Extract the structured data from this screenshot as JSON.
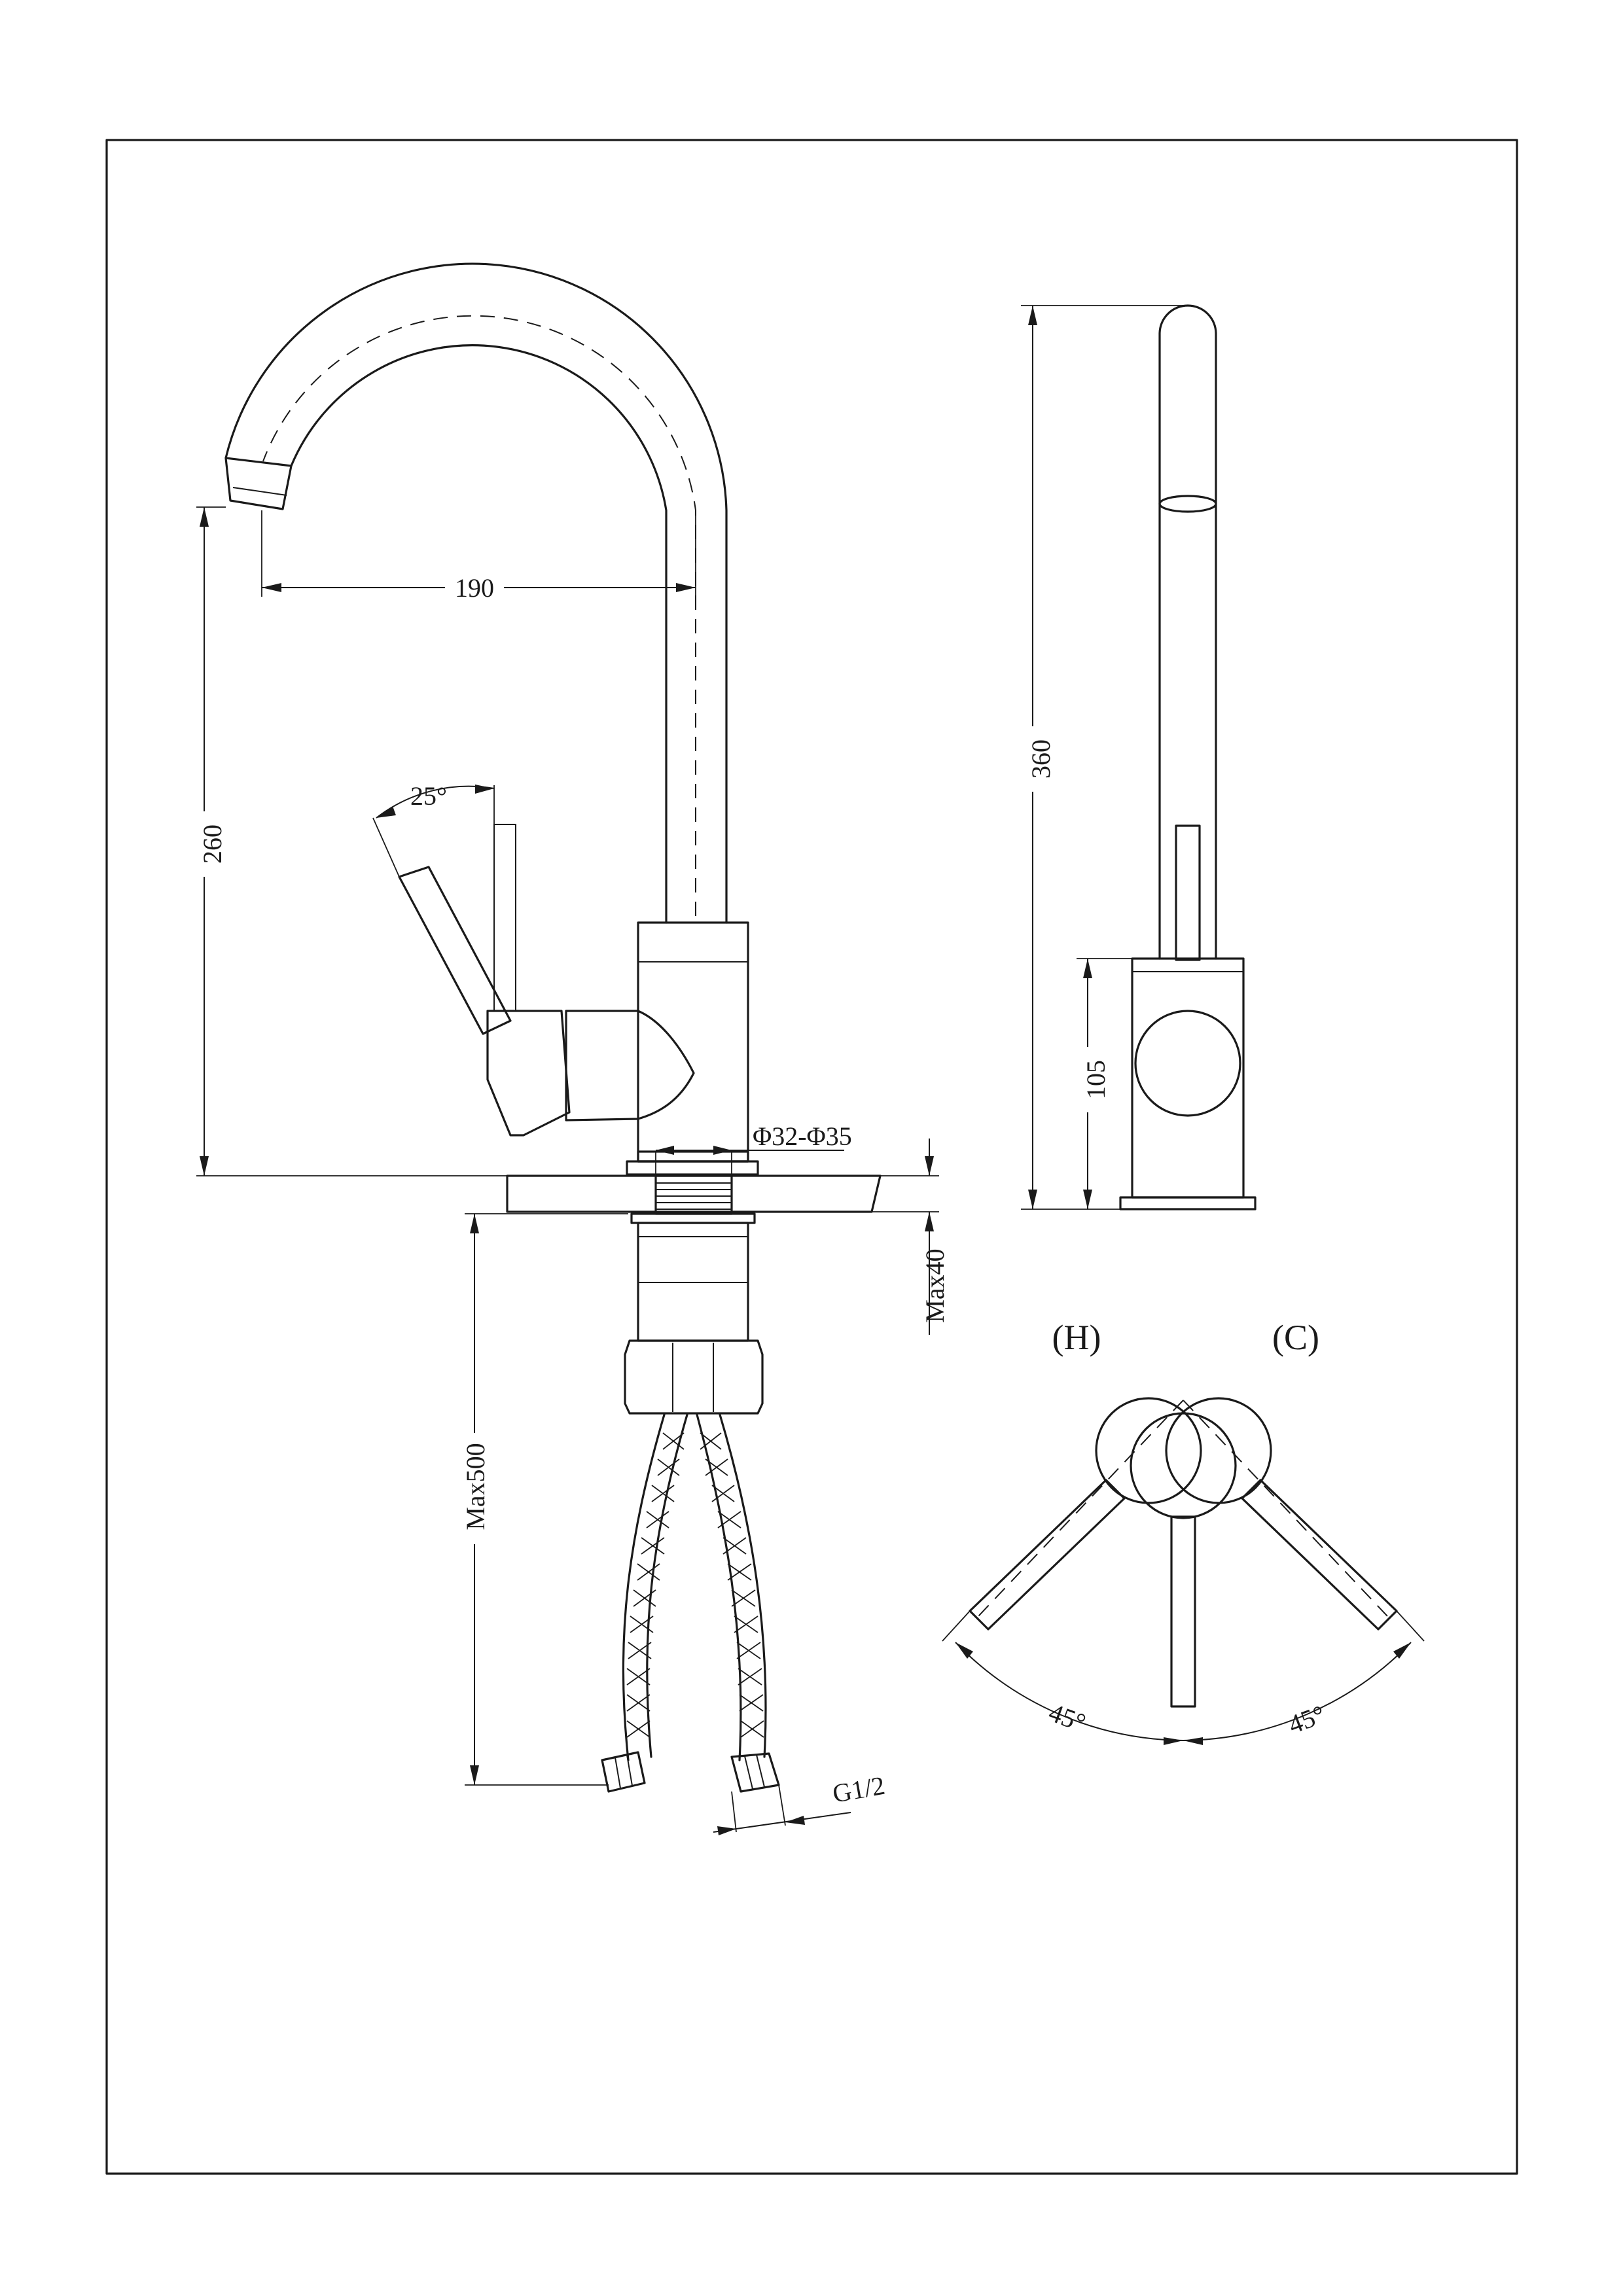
{
  "labels": {
    "spout_reach": "190",
    "outlet_height": "260",
    "total_height": "360",
    "body_height": "105",
    "handle_tilt": "25°",
    "hole_diameter": "Φ32-Φ35",
    "deck_thickness": "Max40",
    "hose_length": "Max500",
    "hose_thread": "G1/2",
    "hot_marker": "(H)",
    "cold_marker": "(C)",
    "rotation_left": "45°",
    "rotation_right": "45°"
  }
}
